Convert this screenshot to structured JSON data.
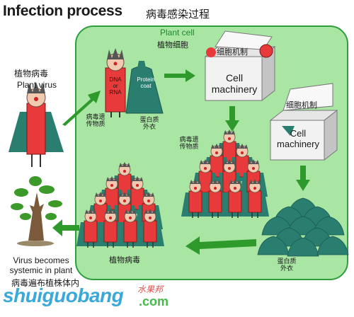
{
  "title": "Infection process",
  "title_cn": "病毒感染过程",
  "cell": {
    "label": "Plant cell",
    "label_cn": "植物细胞"
  },
  "plant_virus": {
    "cn": "植物病毒",
    "en": "Plant virus"
  },
  "virus_parts": {
    "core": "DNA or RNA",
    "coat": "Protein coat",
    "genetic_cn": "病毒遗传物质",
    "coat_cn": "蛋白质外衣"
  },
  "machinery1": {
    "label": "Cell machinery",
    "tag_cn": "细胞机制"
  },
  "machinery2": {
    "label": "Cell machinery",
    "tag_cn": "细胞机制"
  },
  "replicated_genetic_cn": "病毒遗传物质",
  "coat_pile_cn": "蛋白质外衣",
  "new_virus_cn": "植物病毒",
  "outcome": {
    "en": "Virus becomes systemic in plant",
    "cn": "病毒遍布植株体内"
  },
  "watermark": {
    "domain": "shuiguobang",
    "tld": ".com",
    "cn": "水果邦"
  },
  "colors": {
    "cell_fill": "#a9e6a4",
    "cell_border": "#2d9e3d",
    "arrow": "#2f9a2c",
    "virus_body": "#e83a3a",
    "coat": "#2a7e6f"
  }
}
